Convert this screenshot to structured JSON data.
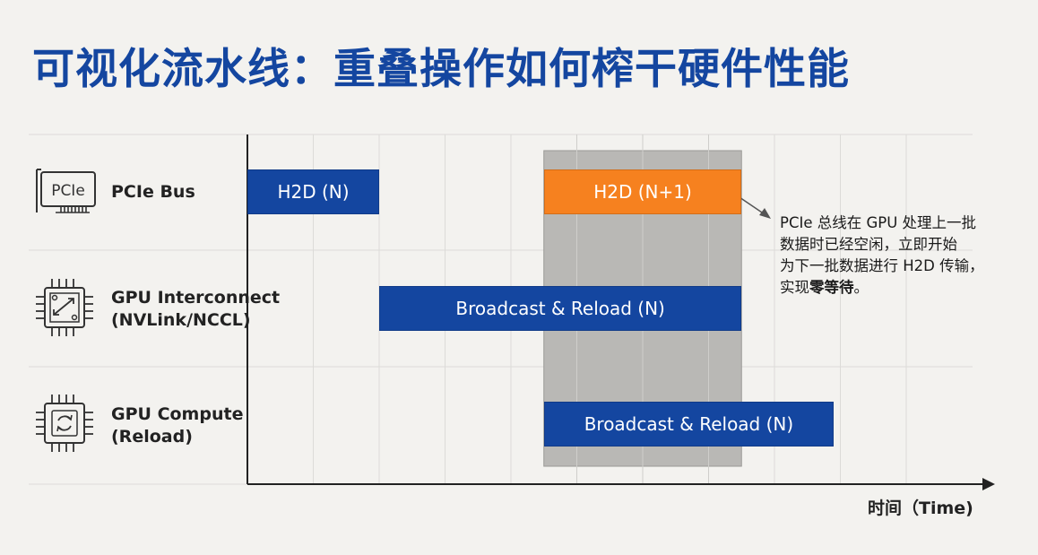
{
  "title": "可视化流水线：重叠操作如何榨干硬件性能",
  "lanes": [
    {
      "label": "PCIe Bus",
      "icon": "pcie-card-icon",
      "icon_text": "PCIe"
    },
    {
      "label": "GPU Interconnect\n(NVLink/NCCL)",
      "icon": "interconnect-chip-icon"
    },
    {
      "label": "GPU Compute\n(Reload)",
      "icon": "compute-chip-icon"
    }
  ],
  "bars": [
    {
      "lane": 0,
      "label": "H2D (N)",
      "start": 0,
      "end": 2
    },
    {
      "lane": 0,
      "label": "H2D (N+1)",
      "start": 4.5,
      "end": 7.5
    },
    {
      "lane": 1,
      "label": "Broadcast & Reload (N)",
      "start": 2,
      "end": 7.5
    },
    {
      "lane": 2,
      "label": "Broadcast & Reload (N)",
      "start": 4.5,
      "end": 8.9
    }
  ],
  "overlap_window": {
    "start": 4.5,
    "end": 7.5
  },
  "annotation": {
    "line1": "PCIe 总线在 GPU 处理上一批",
    "line2": "数据时已经空闲，立即开始",
    "line3": "为下一批数据进行 H2D 传输，",
    "line4_prefix": "实现",
    "line4_bold": "零等待",
    "line4_suffix": "。"
  },
  "axis_label": "时间（Time)",
  "colors": {
    "title": "#1446a0",
    "bar_blue": "#1446a0",
    "bar_orange": "#f6811f",
    "overlap_shade": "#b9b8b5",
    "background": "#f3f2ef"
  }
}
